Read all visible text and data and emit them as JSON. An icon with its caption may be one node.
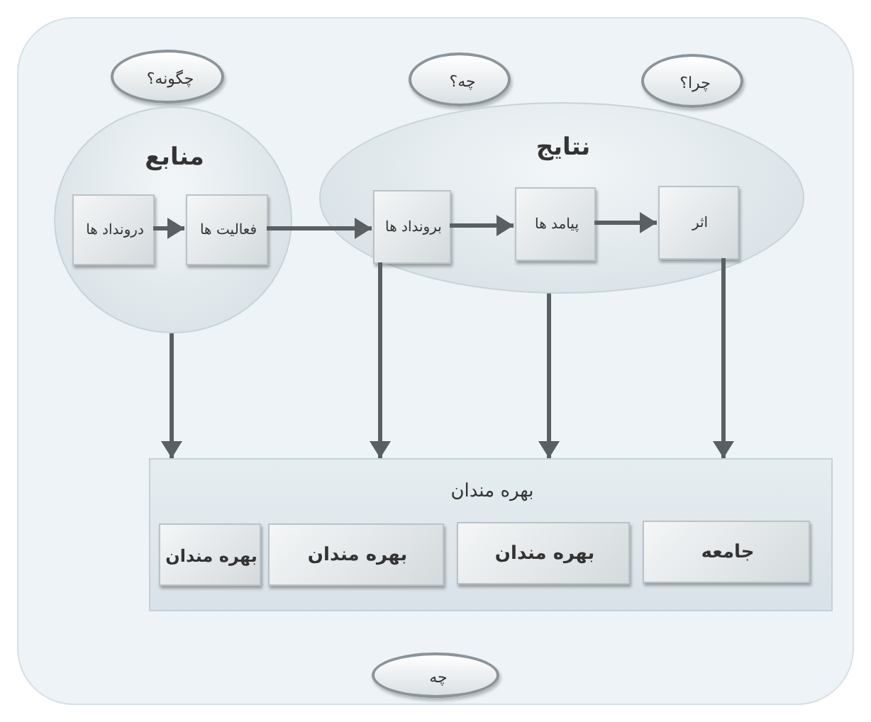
{
  "diagram": {
    "nodes": [
      {
        "text": [
          "چگونه؟"
        ]
      },
      {
        "text": [
          "چه؟"
        ]
      },
      {
        "text": [
          "چرا؟"
        ]
      },
      {
        "text": [
          "منابع"
        ]
      },
      {
        "text": [
          "درونداد ها"
        ],
        "in": 3
      },
      {
        "text": [
          "فعالیت ها"
        ],
        "in": 3
      },
      {
        "text": [
          "نتایج"
        ]
      },
      {
        "text": [
          "برونداد ها"
        ],
        "in": 6
      },
      {
        "text": [
          "پیامد ها"
        ],
        "in": 6
      },
      {
        "text": [
          "اثر"
        ],
        "in": 6
      },
      {
        "text": [
          "بهره مندان"
        ]
      },
      {
        "text": [
          "بهره مندان"
        ],
        "in": 10
      },
      {
        "text": [
          "بهره مندان"
        ],
        "in": 10
      },
      {
        "text": [
          "بهره مندان"
        ],
        "in": 10
      },
      {
        "text": [
          "جامعه"
        ],
        "in": 10
      },
      {
        "text": [
          "چه"
        ]
      }
    ],
    "edges": [
      {
        "from": 4,
        "to": 5,
        "arrow": "to"
      },
      {
        "from": 5,
        "to": 7,
        "arrow": "to"
      },
      {
        "from": 7,
        "to": 8,
        "arrow": "to"
      },
      {
        "from": 8,
        "to": 9,
        "arrow": "to"
      },
      {
        "from": 3,
        "to": 10,
        "arrow": "to"
      },
      {
        "from": 7,
        "to": 10,
        "arrow": "to"
      },
      {
        "from": 6,
        "to": 10,
        "arrow": "to"
      },
      {
        "from": 9,
        "to": 10,
        "arrow": "to"
      }
    ]
  }
}
